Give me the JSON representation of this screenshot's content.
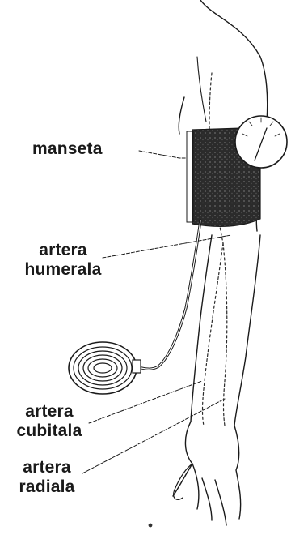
{
  "labels": {
    "cuff": "manseta",
    "brachial_line1": "artera",
    "brachial_line2": "humerala",
    "ulnar_line1": "artera",
    "ulnar_line2": "cubitala",
    "radial_line1": "artera",
    "radial_line2": "radiala"
  },
  "colors": {
    "ink": "#1a1a1a",
    "cuff_fill": "#2b2b2b",
    "paper": "#ffffff"
  }
}
